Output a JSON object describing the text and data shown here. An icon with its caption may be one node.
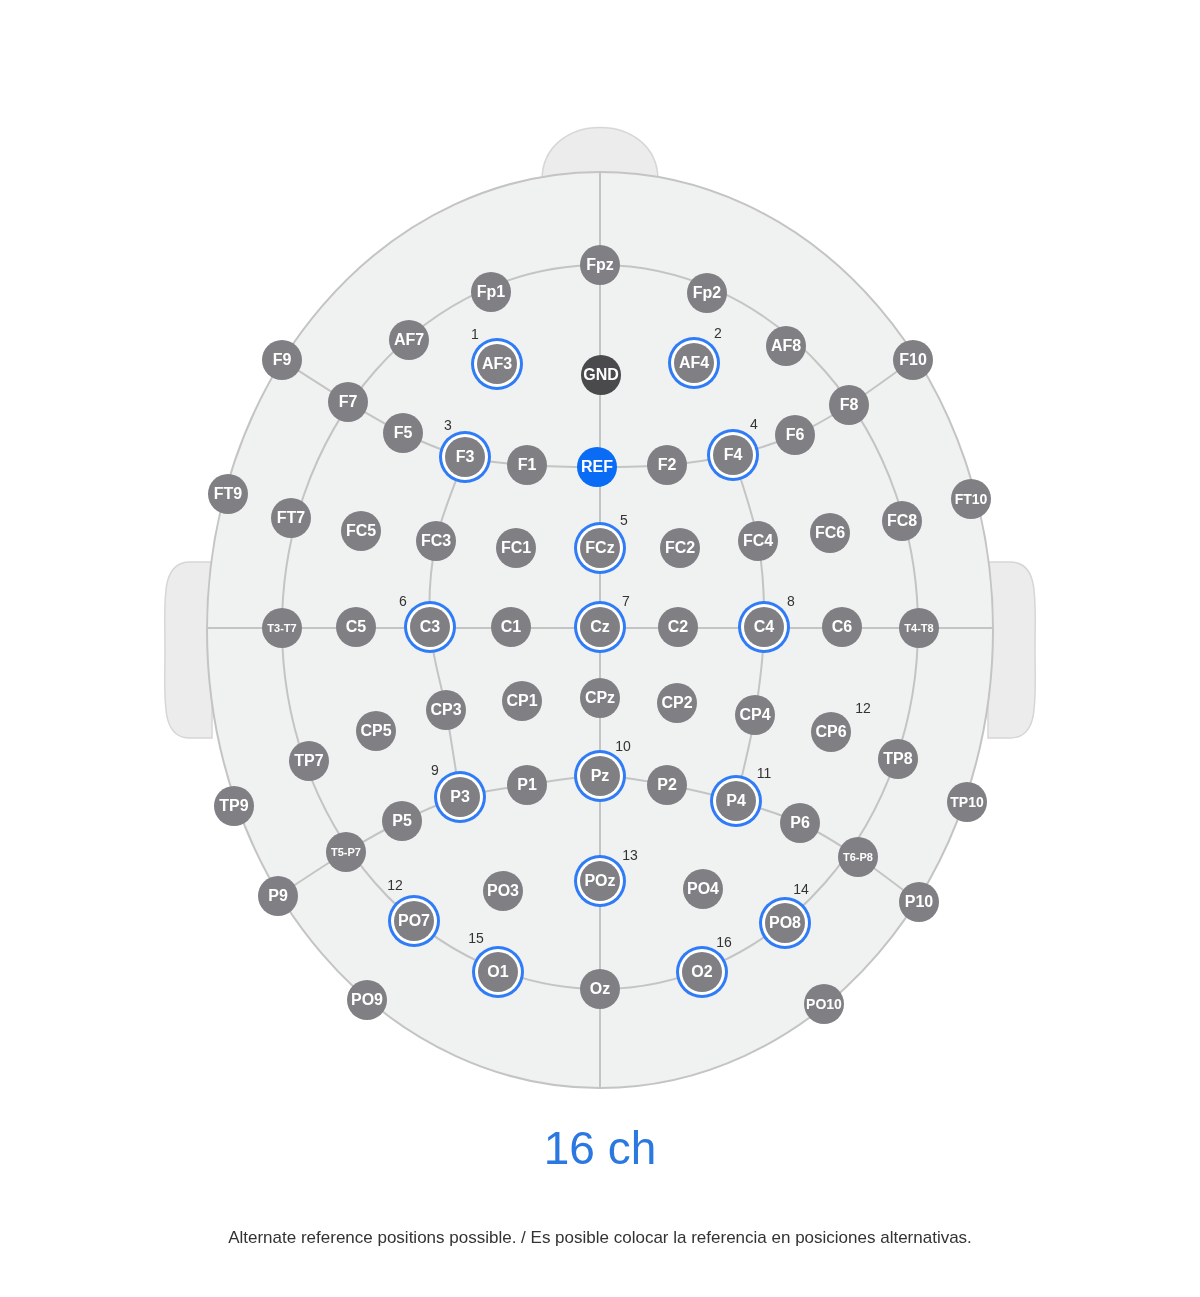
{
  "diagram": {
    "title": "16 ch",
    "caption": "Alternate reference positions possible. / Es posible colocar la referencia en posiciones alternativas.",
    "nodes": [
      {
        "text": [
          "Fpz"
        ]
      },
      {
        "text": [
          "Fp1"
        ]
      },
      {
        "text": [
          "Fp2"
        ]
      },
      {
        "text": [
          "AF7"
        ]
      },
      {
        "text": [
          "AF3"
        ],
        "beside": [
          "1"
        ]
      },
      {
        "text": [
          "GND"
        ]
      },
      {
        "text": [
          "AF4"
        ],
        "beside": [
          "2"
        ]
      },
      {
        "text": [
          "AF8"
        ]
      },
      {
        "text": [
          "F9"
        ]
      },
      {
        "text": [
          "F10"
        ]
      },
      {
        "text": [
          "F7"
        ]
      },
      {
        "text": [
          "F8"
        ]
      },
      {
        "text": [
          "F5"
        ]
      },
      {
        "text": [
          "F3"
        ],
        "beside": [
          "3"
        ]
      },
      {
        "text": [
          "F1"
        ]
      },
      {
        "text": [
          "REF"
        ]
      },
      {
        "text": [
          "F2"
        ]
      },
      {
        "text": [
          "F4"
        ],
        "beside": [
          "4"
        ]
      },
      {
        "text": [
          "F6"
        ]
      },
      {
        "text": [
          "FT9"
        ]
      },
      {
        "text": [
          "FT10"
        ]
      },
      {
        "text": [
          "FT7"
        ]
      },
      {
        "text": [
          "FC5"
        ]
      },
      {
        "text": [
          "FC3"
        ]
      },
      {
        "text": [
          "FC1"
        ]
      },
      {
        "text": [
          "FCz"
        ],
        "beside": [
          "5"
        ]
      },
      {
        "text": [
          "FC2"
        ]
      },
      {
        "text": [
          "FC4"
        ]
      },
      {
        "text": [
          "FC6"
        ]
      },
      {
        "text": [
          "FC8"
        ]
      },
      {
        "text": [
          "T3-T7"
        ]
      },
      {
        "text": [
          "C5"
        ]
      },
      {
        "text": [
          "C3"
        ],
        "beside": [
          "6"
        ]
      },
      {
        "text": [
          "C1"
        ]
      },
      {
        "text": [
          "Cz"
        ],
        "beside": [
          "7"
        ]
      },
      {
        "text": [
          "C2"
        ]
      },
      {
        "text": [
          "C4"
        ],
        "beside": [
          "8"
        ]
      },
      {
        "text": [
          "C6"
        ]
      },
      {
        "text": [
          "T4-T8"
        ]
      },
      {
        "text": [
          "CP1"
        ]
      },
      {
        "text": [
          "CPz"
        ]
      },
      {
        "text": [
          "CP2"
        ]
      },
      {
        "text": [
          "CP3"
        ]
      },
      {
        "text": [
          "CP4"
        ]
      },
      {
        "text": [
          "CP5"
        ]
      },
      {
        "text": [
          "CP6"
        ],
        "beside": [
          "12"
        ]
      },
      {
        "text": [
          "TP7"
        ]
      },
      {
        "text": [
          "TP8"
        ]
      },
      {
        "text": [
          "Pz"
        ],
        "beside": [
          "10"
        ]
      },
      {
        "text": [
          "P1"
        ]
      },
      {
        "text": [
          "P2"
        ]
      },
      {
        "text": [
          "P3"
        ],
        "beside": [
          "9"
        ]
      },
      {
        "text": [
          "P4"
        ],
        "beside": [
          "11"
        ]
      },
      {
        "text": [
          "TP9"
        ]
      },
      {
        "text": [
          "TP10"
        ]
      },
      {
        "text": [
          "P5"
        ]
      },
      {
        "text": [
          "P6"
        ]
      },
      {
        "text": [
          "T5-P7"
        ]
      },
      {
        "text": [
          "T6-P8"
        ]
      },
      {
        "text": [
          "POz"
        ],
        "beside": [
          "13"
        ]
      },
      {
        "text": [
          "PO3"
        ]
      },
      {
        "text": [
          "PO4"
        ]
      },
      {
        "text": [
          "P9"
        ]
      },
      {
        "text": [
          "P10"
        ]
      },
      {
        "text": [
          "PO7"
        ],
        "beside": [
          "12"
        ]
      },
      {
        "text": [
          "PO8"
        ],
        "beside": [
          "14"
        ]
      },
      {
        "text": [
          "O1"
        ],
        "beside": [
          "15"
        ]
      },
      {
        "text": [
          "O2"
        ],
        "beside": [
          "16"
        ]
      },
      {
        "text": [
          "Oz"
        ]
      },
      {
        "text": [
          "PO9"
        ]
      },
      {
        "text": [
          "PO10"
        ]
      }
    ]
  }
}
